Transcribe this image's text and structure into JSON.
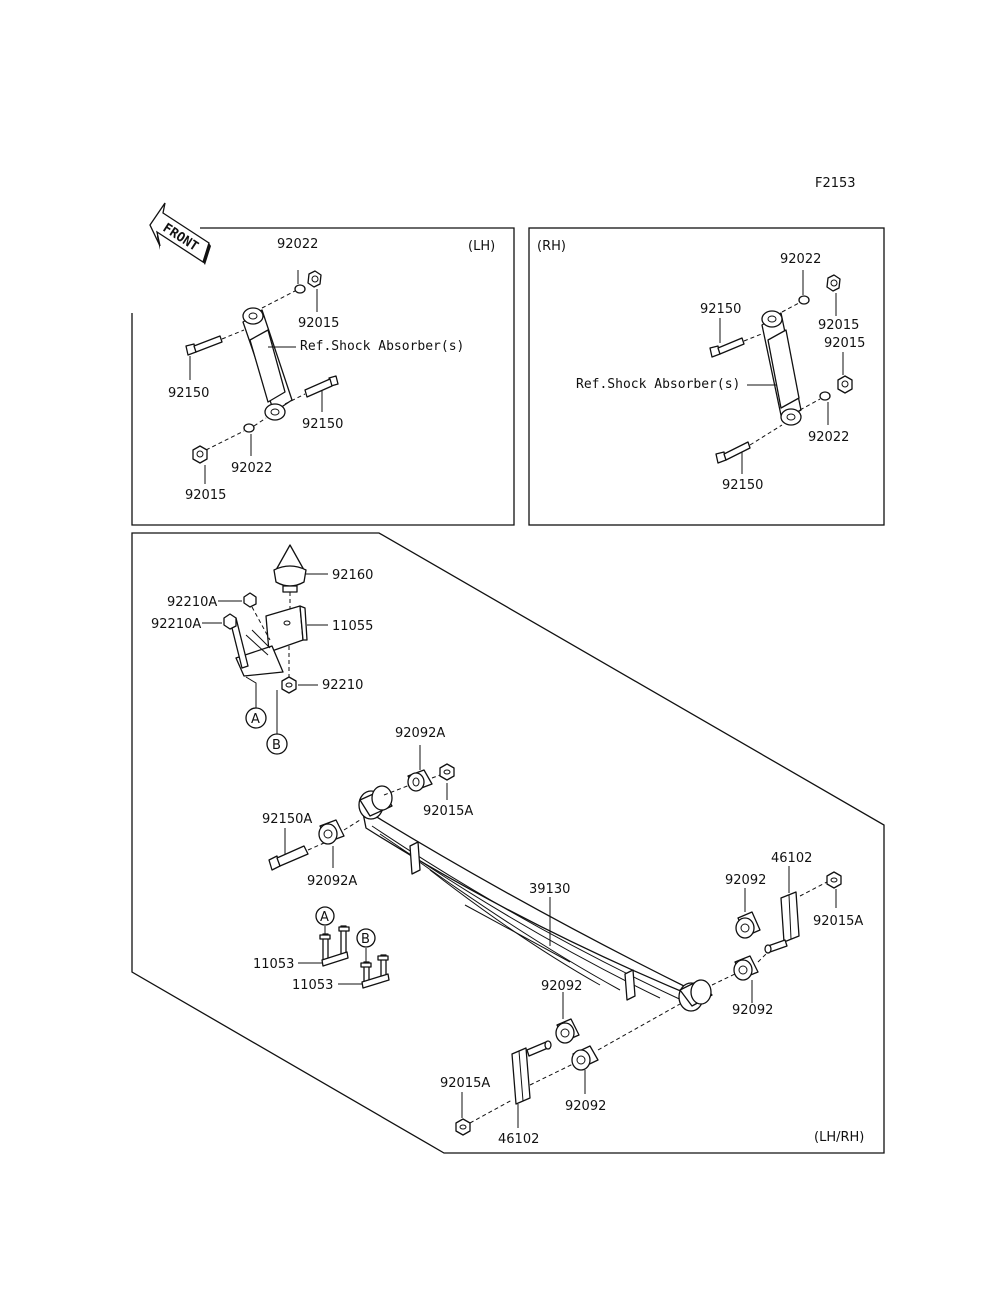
{
  "diagram_id": "F2153",
  "front_label": "FRONT",
  "panels": {
    "lh": {
      "side_label": "(LH)",
      "ref_label": "Ref.Shock Absorber(s)",
      "parts": {
        "washer_top": "92022",
        "nut_top": "92015",
        "bolt_left": "92150",
        "bolt_right": "92150",
        "washer_bottom": "92022",
        "nut_bottom": "92015"
      }
    },
    "rh": {
      "side_label": "(RH)",
      "ref_label": "Ref.Shock Absorber(s)",
      "parts": {
        "washer_top": "92022",
        "nut_top": "92015",
        "bolt_top": "92150",
        "nut_right": "92015",
        "washer_bottom": "92022",
        "bolt_bottom": "92150"
      }
    },
    "spring": {
      "side_label": "(LH/RH)",
      "callout_a": "A",
      "callout_b": "B",
      "parts": {
        "bump_stop": "92160",
        "bracket": "11055",
        "nut_a1": "92210A",
        "nut_a2": "92210A",
        "nut_bracket": "92210",
        "bushing_front": "92092A",
        "nut_front": "92015A",
        "bolt_front": "92150A",
        "bushing_front_2": "92092A",
        "leaf_spring": "39130",
        "shackle_rear_top": "46102",
        "bushing_rear_top": "92092",
        "nut_rear_top": "92015A",
        "bushing_rear_top_2": "92092",
        "ubolt_a": "11053",
        "ubolt_b": "11053",
        "bushing_rear_bottom": "92092",
        "bushing_rear_bottom_2": "92092",
        "nut_rear_bottom": "92015A",
        "shackle_rear_bottom": "46102"
      }
    }
  }
}
